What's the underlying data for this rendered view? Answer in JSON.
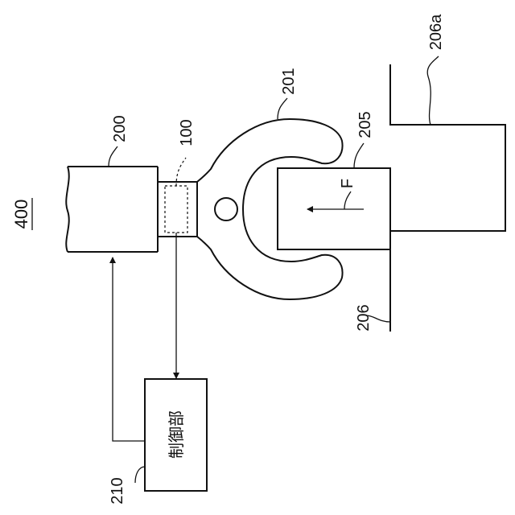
{
  "figure": {
    "number_label": "400"
  },
  "labels": {
    "arm": "200",
    "sensor": "100",
    "gripper": "201",
    "workpiece": "205",
    "force": "F",
    "table": "206",
    "table_surface": "206a",
    "controller_ref": "210",
    "controller_text": "制御部"
  }
}
